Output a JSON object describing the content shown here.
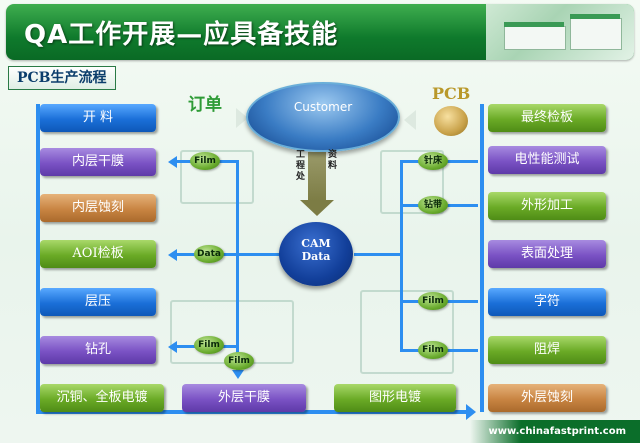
{
  "header": {
    "title": "QA工作开展—应具备技能"
  },
  "section": {
    "label": "PCB生产流程"
  },
  "top": {
    "order_label": "订单",
    "pcb_label": "PCB",
    "customer": "Customer",
    "vertical_left": "工程处",
    "vertical_right": "资料"
  },
  "cam": {
    "line1": "CAM",
    "line2": "Data"
  },
  "left_steps": [
    "开 料",
    "内层干膜",
    "内层蚀刻",
    "AOI检板",
    "层压",
    "钻孔"
  ],
  "right_steps": [
    "最终检板",
    "电性能测试",
    "外形加工",
    "表面处理",
    "字符",
    "阻焊",
    "外层蚀刻"
  ],
  "bottom_steps": [
    "沉铜、全板电镀",
    "外层干膜",
    "图形电镀"
  ],
  "connectors": {
    "left_film1": "Film",
    "left_data": "Data",
    "left_film2": "Film",
    "left_film3": "Film",
    "right_drill": "钻带",
    "right_needle": "针床",
    "right_film1": "Film",
    "right_film2": "Film"
  },
  "footer": {
    "website": "www.chinafastprint.com"
  }
}
